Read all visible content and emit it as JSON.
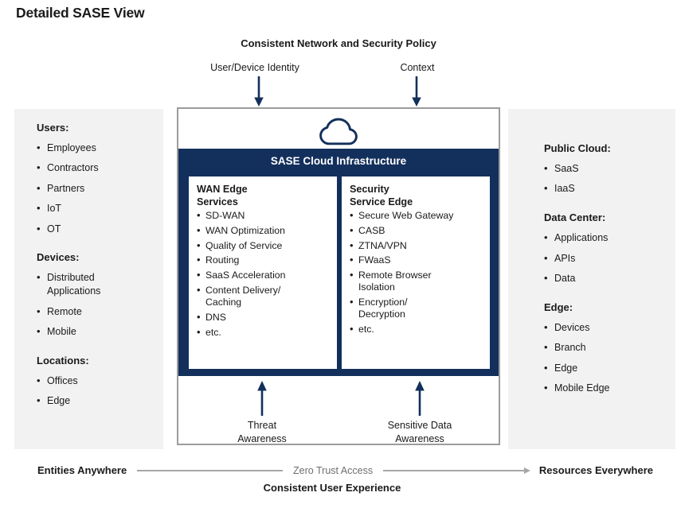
{
  "page": {
    "title": "Detailed SASE View"
  },
  "header": {
    "policy": "Consistent Network and Security Policy",
    "identity": "User/Device Identity",
    "context": "Context"
  },
  "left_panel": {
    "sections": [
      {
        "heading": "Users:",
        "items": [
          "Employees",
          "Contractors",
          "Partners",
          "IoT",
          "OT"
        ]
      },
      {
        "heading": "Devices:",
        "items": [
          "Distributed\nApplications",
          "Remote",
          "Mobile"
        ]
      },
      {
        "heading": "Locations:",
        "items": [
          "Offices",
          "Edge"
        ]
      }
    ]
  },
  "right_panel": {
    "sections": [
      {
        "heading": "Public Cloud:",
        "items": [
          "SaaS",
          "IaaS"
        ]
      },
      {
        "heading": "Data Center:",
        "items": [
          "Applications",
          "APIs",
          "Data"
        ]
      },
      {
        "heading": "Edge:",
        "items": [
          "Devices",
          "Branch",
          "Edge",
          "Mobile Edge"
        ]
      }
    ]
  },
  "center": {
    "banner": "SASE Cloud Infrastructure",
    "wan_box": {
      "heading": "WAN Edge\nServices",
      "items": [
        "SD-WAN",
        "WAN Optimization",
        "Quality of Service",
        "Routing",
        "SaaS Acceleration",
        "Content Delivery/\nCaching",
        "DNS",
        "etc."
      ]
    },
    "sse_box": {
      "heading": "Security\nService Edge",
      "items": [
        "Secure Web Gateway",
        "CASB",
        "ZTNA/VPN",
        "FWaaS",
        "Remote Browser\nIsolation",
        "Encryption/\nDecryption",
        "etc."
      ]
    },
    "threat_label": "Threat\nAwareness",
    "sensitive_label": "Sensitive Data\nAwareness"
  },
  "footer": {
    "entities": "Entities Anywhere",
    "zero_trust": "Zero Trust Access",
    "resources": "Resources Everywhere",
    "experience": "Consistent User Experience"
  },
  "colors": {
    "navy": "#13305C",
    "panel_gray": "#F2F2F2",
    "box_border_gray": "#9C9C9C",
    "footer_text_gray": "#6E6E6E",
    "line_gray": "#A6A6A6"
  }
}
